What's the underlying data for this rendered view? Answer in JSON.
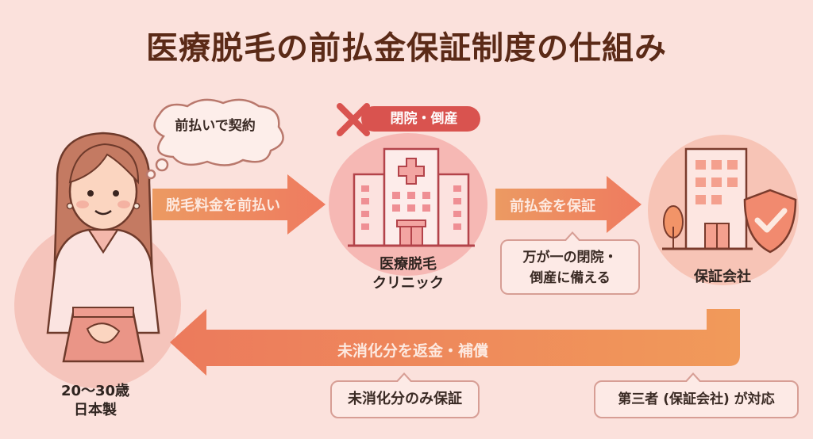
{
  "title": "医療脱毛の前払金保証制度の仕組み",
  "thought_bubble": {
    "text": "前払いで契約"
  },
  "person": {
    "label_line1": "20〜30歳",
    "label_line2": "日本製",
    "icon": "woman-icon"
  },
  "arrows": {
    "prepay": {
      "label": "脱毛料金を前払い",
      "direction": "right"
    },
    "guarantee": {
      "label": "前払金を保証",
      "direction": "right"
    },
    "refund": {
      "label": "未消化分を返金・補償",
      "direction": "left"
    }
  },
  "clinic": {
    "badge": "閉院・倒産",
    "badge_icon": "x-mark-icon",
    "label_line1": "医療脱毛",
    "label_line2": "クリニック",
    "icon": "hospital-icon"
  },
  "guarantor": {
    "label": "保証会社",
    "icon": "office-building-shield-icon"
  },
  "callouts": {
    "prepare": {
      "line1": "万が一の閉院・",
      "line2": "倒産に備える"
    },
    "unused_only": {
      "text": "未消化分のみ保証"
    },
    "third_party": {
      "text": "第三者 (保証会社) が対応"
    }
  },
  "colors": {
    "background": "#fbe1dc",
    "title": "#5b2a17",
    "arrow_start": "#ea8b5f",
    "arrow_end": "#ef7a5f",
    "badge": "#d9534f",
    "outline": "#7a3b2c"
  }
}
